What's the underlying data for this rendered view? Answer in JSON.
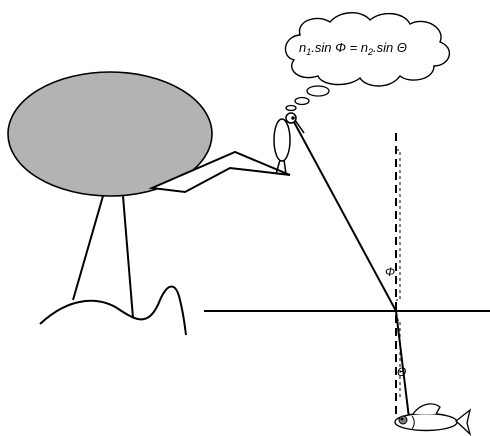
{
  "diagram": {
    "thought_bubble": {
      "n1": "n",
      "n1_sub": "1",
      "mid": ".sin Φ = n",
      "n2_sub": "2",
      "end": ".sin Θ"
    },
    "angle_labels": {
      "incidence": "Φ",
      "refraction": "Θ"
    },
    "colors": {
      "tree_canopy": "#b3b3b3",
      "ink": "#000000",
      "eye": "#7f7f7f"
    }
  }
}
